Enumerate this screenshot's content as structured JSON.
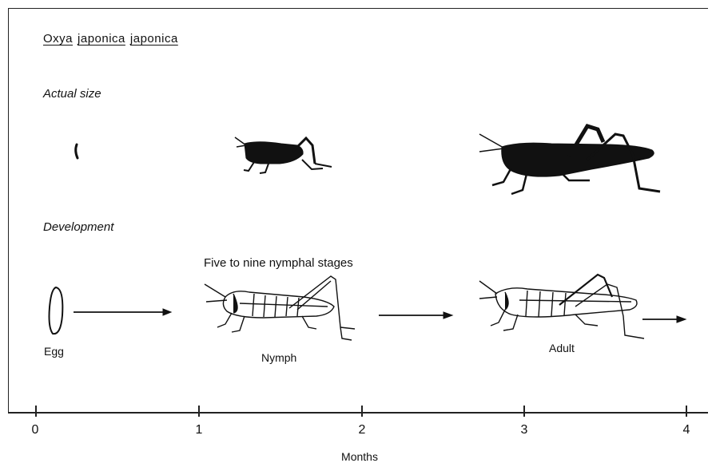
{
  "species": {
    "genus": "Oxya",
    "species": "japonica",
    "subspecies": "japonica"
  },
  "sections": {
    "actual_size": "Actual size",
    "development": "Development"
  },
  "stages_note": "Five to nine nymphal stages",
  "stages": {
    "egg": "Egg",
    "nymph": "Nymph",
    "adult": "Adult"
  },
  "axis": {
    "title": "Months",
    "ticks": [
      "0",
      "1",
      "2",
      "3",
      "4"
    ]
  },
  "colors": {
    "ink": "#111111",
    "background": "#ffffff"
  }
}
